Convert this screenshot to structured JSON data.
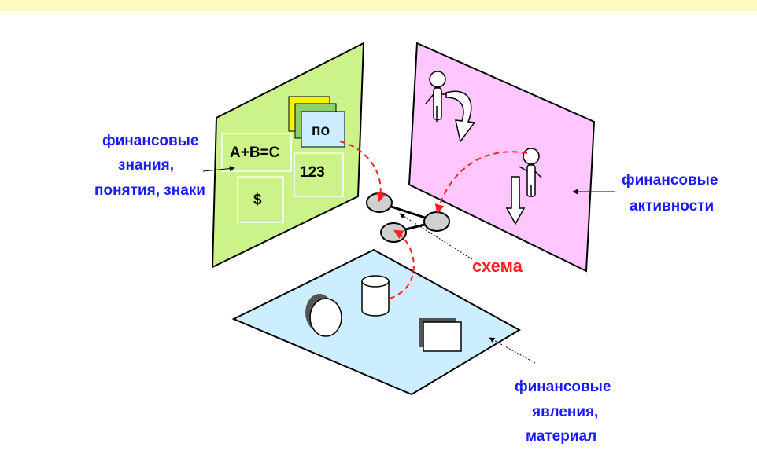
{
  "labels": {
    "knowledge": [
      "финансовые",
      "знания,",
      "понятия, знаки"
    ],
    "activities": [
      "финансовые",
      "активности"
    ],
    "schema": "схема",
    "phenomena": [
      "финансовые",
      "явления,",
      "материал"
    ]
  },
  "cards": {
    "formula": "A+B=C",
    "dollar": "$",
    "number": "123",
    "po": "по"
  },
  "colors": {
    "green_plane": "#ccf28a",
    "pink_plane": "#ffc6ff",
    "blue_plane": "#cdeefe",
    "label_blue": "#1a1aff",
    "schema_red": "#ff2020",
    "dashed_red": "#ff2020",
    "top_bar": "#fff8c2"
  }
}
